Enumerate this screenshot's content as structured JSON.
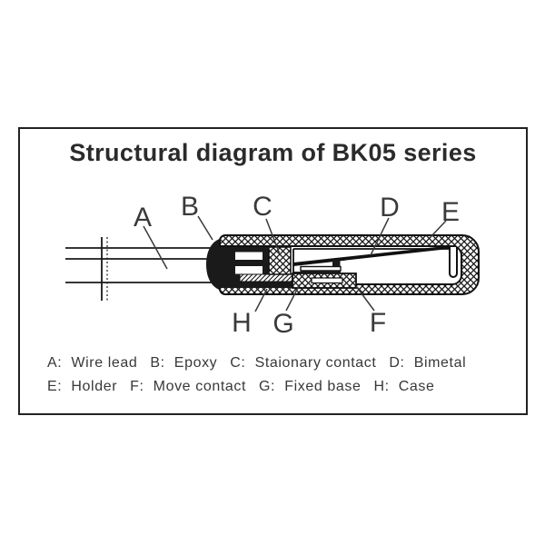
{
  "page": {
    "background": "#ffffff",
    "ink_color": "#1a1a1a",
    "text_color": "#383838"
  },
  "frame": {
    "title": "Structural diagram of BK05 series"
  },
  "diagram": {
    "part_labels": {
      "a": "A",
      "b": "B",
      "c": "C",
      "d": "D",
      "e": "E",
      "f": "F",
      "g": "G",
      "h": "H"
    }
  },
  "legend": {
    "rows": [
      [
        "A:  Wire lead",
        "B:  Epoxy",
        "C:  Staionary contact",
        "D:  Bimetal"
      ],
      [
        "E:  Holder",
        "F:  Move contact",
        "G:  Fixed base",
        "H:  Case"
      ]
    ]
  }
}
